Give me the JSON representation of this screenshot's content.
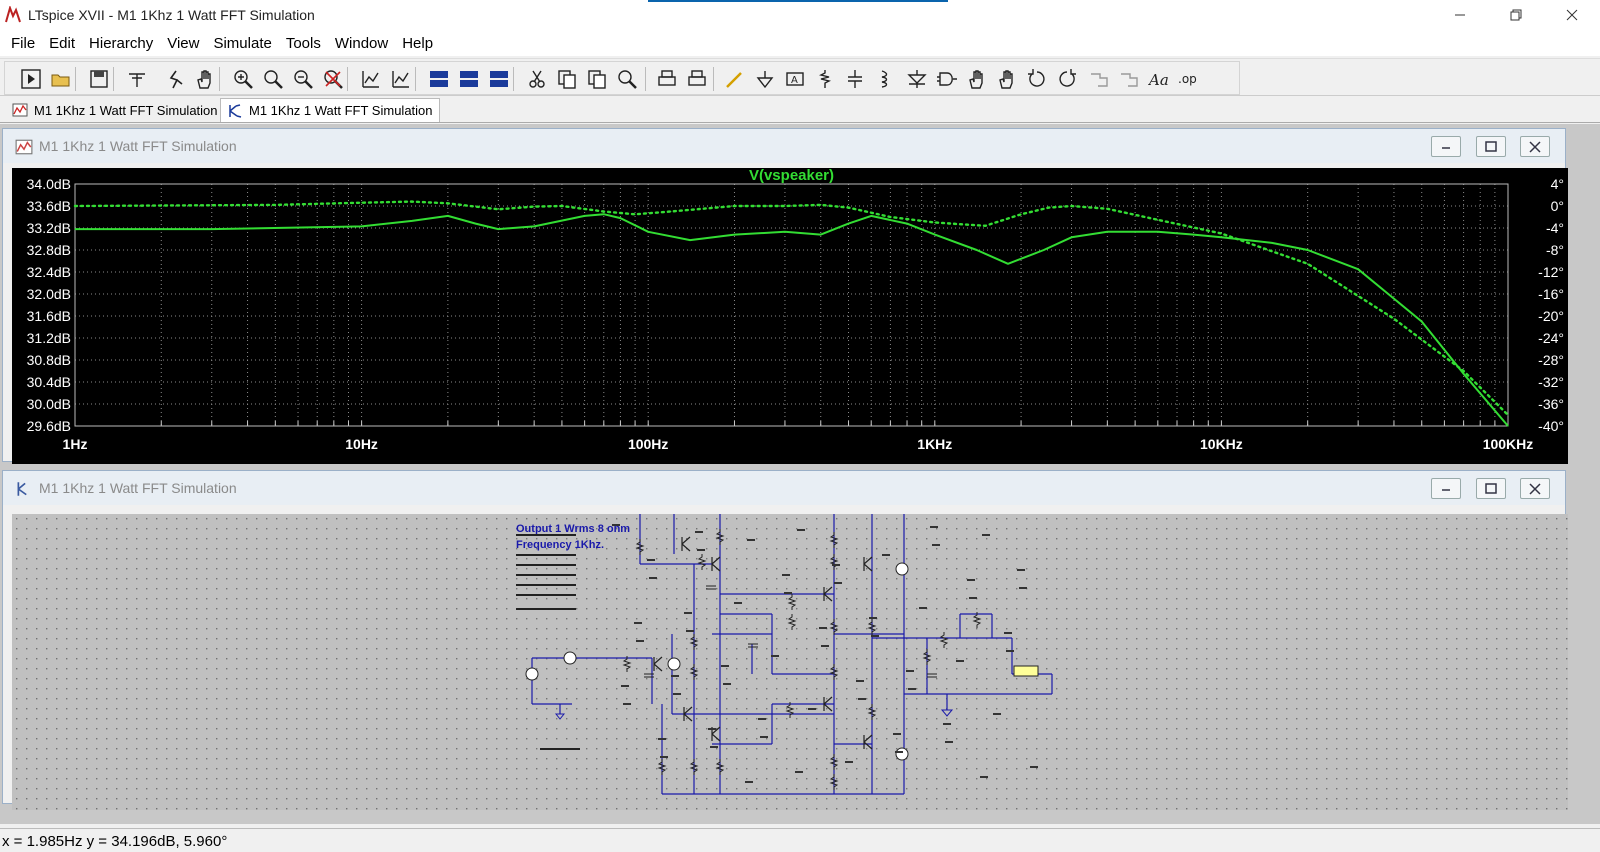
{
  "window": {
    "title": "LTspice XVII - M1 1Khz 1 Watt FFT Simulation"
  },
  "menu": [
    "File",
    "Edit",
    "Hierarchy",
    "View",
    "Simulate",
    "Tools",
    "Window",
    "Help"
  ],
  "toolbar": {
    "icons": [
      "run-icon",
      "open-icon",
      "save-icon",
      "control-panel-icon",
      "halt-icon",
      "pan-icon",
      "zoom-in-icon",
      "zoom-area-icon",
      "zoom-out-icon",
      "zoom-cancel-icon",
      "autorange-icon",
      "fit-icon",
      "tile-h-icon",
      "cascade-icon",
      "tile-v-icon",
      "cut-icon",
      "copy-icon",
      "paste-icon",
      "find-icon",
      "print-setup-icon",
      "print-icon",
      "wire-icon",
      "ground-icon",
      "label-icon",
      "resistor-icon",
      "capacitor-icon",
      "inductor-icon",
      "diode-icon",
      "component-icon",
      "move-icon",
      "drag-icon",
      "undo-icon",
      "redo-icon",
      "rotate-icon",
      "mirror-icon",
      "text-icon",
      "spice-directive-icon"
    ],
    "op_label": ".op",
    "text_label": "Aa"
  },
  "tabs": [
    {
      "label": "M1 1Khz 1 Watt FFT Simulation",
      "active": false
    },
    {
      "label": "M1 1Khz 1 Watt FFT Simulation",
      "active": true
    }
  ],
  "waveform_window": {
    "title": "M1 1Khz 1 Watt FFT Simulation"
  },
  "schematic_window": {
    "title": "M1 1Khz 1 Watt FFT Simulation",
    "note_line1": "Output 1 Wrms 8 ohm",
    "note_line2": "Frequency 1Khz."
  },
  "status": {
    "readout": "x = 1.985Hz    y = 34.196dB, 5.960°"
  },
  "colors": {
    "trace": "#33dd33",
    "plot_bg": "#000000",
    "schematic_wire": "#1a1aaa",
    "schematic_bg": "#c0c0c0"
  },
  "chart_data": {
    "type": "line",
    "title": "V(vspeaker)",
    "x_scale": "log",
    "xlim": [
      1,
      100000
    ],
    "x_tick_labels": [
      "1Hz",
      "10Hz",
      "100Hz",
      "1KHz",
      "10KHz",
      "100KHz"
    ],
    "ylim_left": [
      29.6,
      34.0
    ],
    "y_left_tick_labels": [
      "34.0dB",
      "33.6dB",
      "33.2dB",
      "32.8dB",
      "32.4dB",
      "32.0dB",
      "31.6dB",
      "31.2dB",
      "30.8dB",
      "30.4dB",
      "30.0dB",
      "29.6dB"
    ],
    "ylim_right": [
      -40,
      4
    ],
    "y_right_tick_labels": [
      "4°",
      "0°",
      "-4°",
      "-8°",
      "-12°",
      "-16°",
      "-20°",
      "-24°",
      "-28°",
      "-32°",
      "-36°",
      "-40°"
    ],
    "grid": true,
    "series": [
      {
        "style": "solid",
        "axis": "left",
        "x": [
          1,
          3,
          10,
          15,
          20,
          25,
          30,
          40,
          60,
          70,
          80,
          100,
          140,
          200,
          300,
          400,
          500,
          600,
          800,
          1000,
          1400,
          1800,
          2400,
          3000,
          4000,
          6000,
          8000,
          10000,
          15000,
          20000,
          30000,
          50000,
          70000,
          100000
        ],
        "y": [
          33.18,
          33.18,
          33.23,
          33.33,
          33.42,
          33.28,
          33.18,
          33.23,
          33.42,
          33.45,
          33.38,
          33.13,
          32.98,
          33.08,
          33.13,
          33.08,
          33.28,
          33.42,
          33.28,
          33.08,
          32.8,
          32.55,
          32.8,
          33.03,
          33.13,
          33.13,
          33.08,
          33.03,
          32.93,
          32.8,
          32.45,
          31.5,
          30.55,
          29.6
        ]
      },
      {
        "style": "dotted",
        "axis": "right",
        "x": [
          1,
          5,
          10,
          15,
          20,
          30,
          40,
          50,
          70,
          90,
          120,
          200,
          300,
          400,
          500,
          700,
          1000,
          1500,
          2000,
          2500,
          3000,
          4000,
          6000,
          10000,
          20000,
          40000,
          70000,
          100000
        ],
        "y": [
          0.0,
          0.2,
          0.6,
          0.8,
          0.5,
          -0.6,
          -0.1,
          0.0,
          -1.0,
          -1.5,
          -1.0,
          0.0,
          0.0,
          0.2,
          -0.3,
          -2.0,
          -3.0,
          -3.6,
          -1.5,
          -0.3,
          0.0,
          -0.5,
          -2.5,
          -5.0,
          -10.5,
          -20.5,
          -30.0,
          -38.0
        ]
      }
    ]
  }
}
